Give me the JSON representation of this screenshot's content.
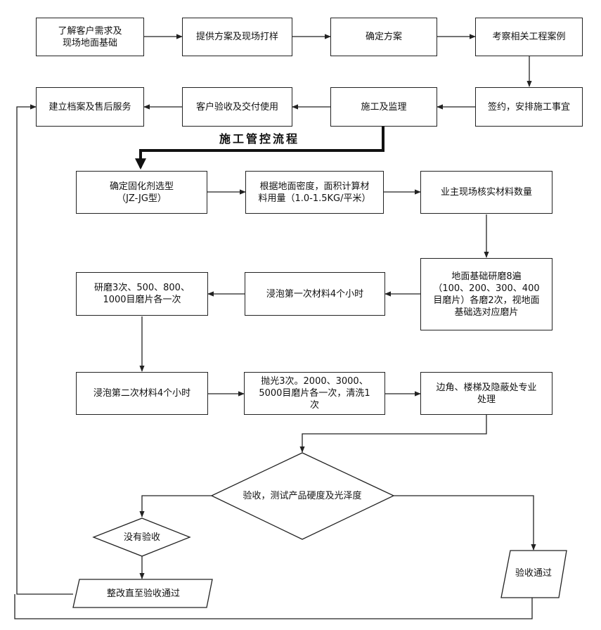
{
  "flow": {
    "row1": [
      {
        "id": "n1",
        "text": "了解客户需求及\n现场地面基础"
      },
      {
        "id": "n2",
        "text": "提供方案及现场打样"
      },
      {
        "id": "n3",
        "text": "确定方案"
      },
      {
        "id": "n4",
        "text": "考察相关工程案例"
      }
    ],
    "row2": [
      {
        "id": "n5",
        "text": "签约，安排施工事宜"
      },
      {
        "id": "n6",
        "text": "施工及监理"
      },
      {
        "id": "n7",
        "text": "客户验收及交付使用"
      },
      {
        "id": "n8",
        "text": "建立档案及售后服务"
      }
    ]
  },
  "section_title": "施工管控流程",
  "process": {
    "p1": "确定固化剂选型\n（JZ-JG型）",
    "p2": "根据地面密度，面积计算材\n料用量（1.0-1.5KG/平米）",
    "p3": "业主现场核实材料数量",
    "p4": "地面基础研磨8遍\n（100、200、300、400\n目磨片）各磨2次，视地面\n基础选对应磨片",
    "p5": "浸泡第一次材料4个小时",
    "p6": "研磨3次、500、800、\n1000目磨片各一次",
    "p7": "浸泡第二次材料4个小时",
    "p8": "抛光3次。2000、3000、\n5000目磨片各一次，清洗1\n次",
    "p9": "边角、楼梯及隐蔽处专业\n处理"
  },
  "decision": {
    "main": "验收，测试产品硬度及光泽度",
    "fail": "没有验收",
    "fix": "整改直至验收通过",
    "pass": "验收通过"
  }
}
